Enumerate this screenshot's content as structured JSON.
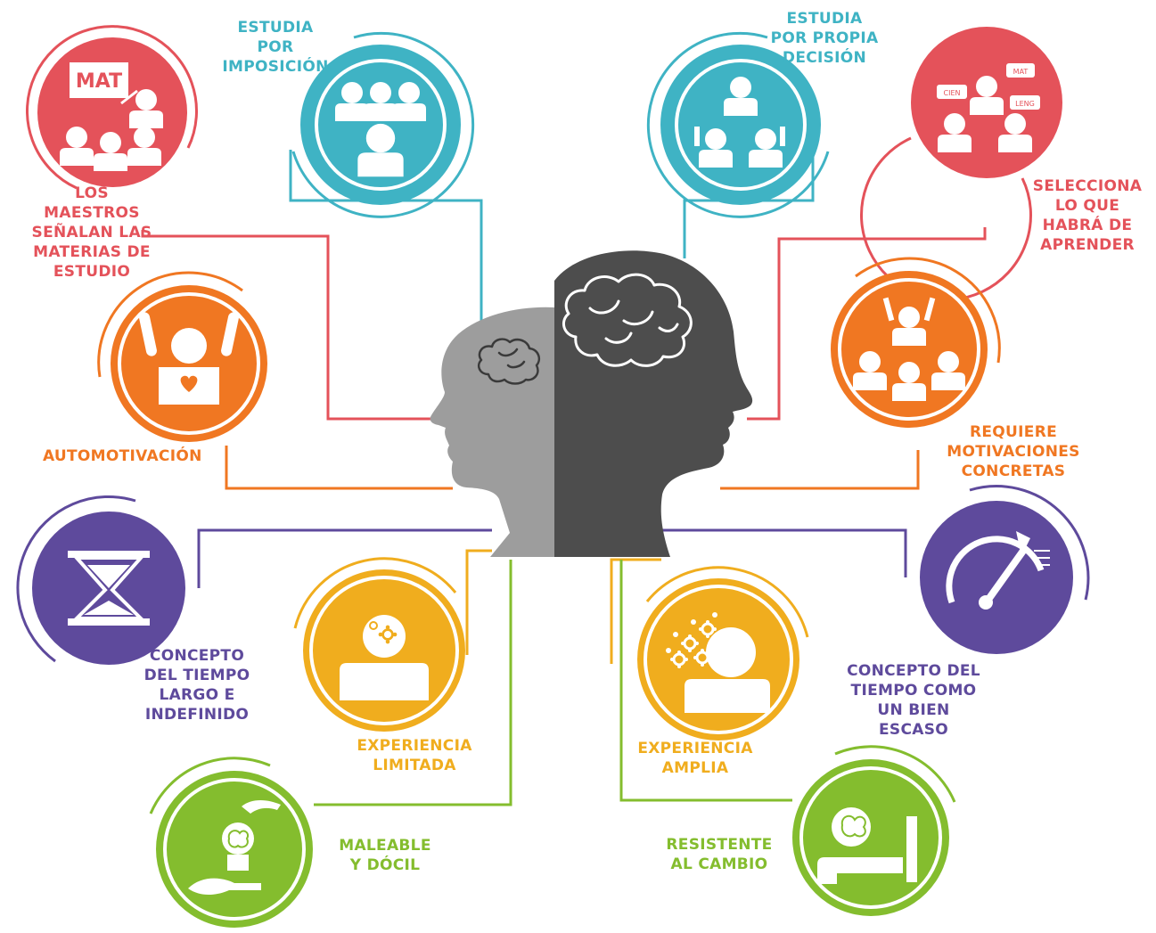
{
  "colors": {
    "red": "#e4525a",
    "teal": "#3fb3c4",
    "orange": "#f07722",
    "purple": "#5e4a9c",
    "yellow": "#f0ad1e",
    "green": "#84bd2e",
    "head_light": "#9d9d9d",
    "head_dark": "#4d4d4d"
  },
  "nodes": {
    "maestros": {
      "label": "LOS\nMAESTROS\nSEÑALAN LAS\nMATERIAS DE\nESTUDIO",
      "icon": "teacher-board-icon",
      "board_text": "MAT"
    },
    "imposicion": {
      "label": "ESTUDIA\nPOR\nIMPOSICIÓN",
      "icon": "students-group-icon"
    },
    "propia": {
      "label": "ESTUDIA\nPOR PROPIA\nDECISIÓN",
      "icon": "students-raising-hands-icon"
    },
    "selecciona": {
      "label": "SELECCIONA\nLO QUE\nHABRÁ DE\nAPRENDER",
      "icon": "choosing-subjects-icon",
      "bubbles": [
        "MAT",
        "CIEN",
        "LENG"
      ]
    },
    "automotivacion": {
      "label": "AUTOMOTIVACIÓN",
      "icon": "cheering-person-icon"
    },
    "motivaciones": {
      "label": "REQUIERE\nMOTIVACIONES\nCONCRETAS",
      "icon": "motivator-group-icon"
    },
    "tiempo_largo": {
      "label": "CONCEPTO\nDEL TIEMPO\nLARGO E\nINDEFINIDO",
      "icon": "hourglass-icon"
    },
    "tiempo_escaso": {
      "label": "CONCEPTO DEL\nTIEMPO COMO\nUN BIEN\nESCASO",
      "icon": "speedometer-icon"
    },
    "exp_limitada": {
      "label": "EXPERIENCIA\nLIMITADA",
      "icon": "head-single-gear-icon"
    },
    "exp_amplia": {
      "label": "EXPERIENCIA\nAMPLIA",
      "icon": "head-many-gears-icon"
    },
    "maleable": {
      "label": "MALEABLE\nY DÓCIL",
      "icon": "hands-brain-icon"
    },
    "resistente": {
      "label": "RESISTENTE\nAL CAMBIO",
      "icon": "brain-wall-icon"
    }
  },
  "center": {
    "icon": "two-heads-brain-icon"
  }
}
